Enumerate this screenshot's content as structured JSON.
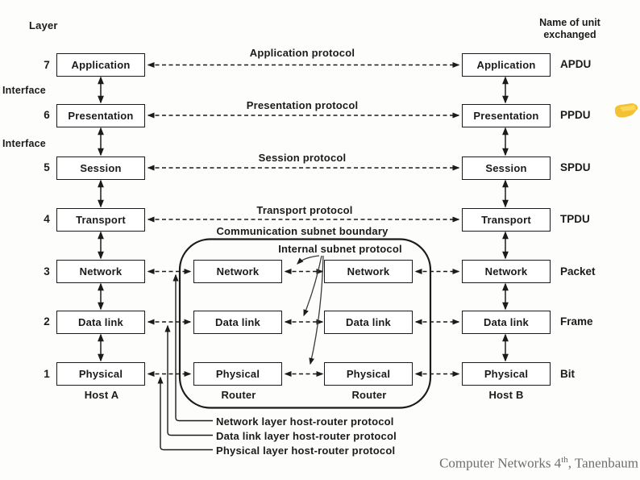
{
  "header": {
    "layer_label": "Layer",
    "unit_header": "Name of unit\nexchanged"
  },
  "interface_label": "Interface",
  "layers": [
    {
      "num": "7",
      "name": "Application",
      "protocol": "Application protocol",
      "unit": "APDU"
    },
    {
      "num": "6",
      "name": "Presentation",
      "protocol": "Presentation protocol",
      "unit": "PPDU"
    },
    {
      "num": "5",
      "name": "Session",
      "protocol": "Session protocol",
      "unit": "SPDU"
    },
    {
      "num": "4",
      "name": "Transport",
      "protocol": "Transport protocol",
      "unit": "TPDU"
    },
    {
      "num": "3",
      "name": "Network",
      "protocol": "",
      "unit": "Packet"
    },
    {
      "num": "2",
      "name": "Data link",
      "protocol": "",
      "unit": "Frame"
    },
    {
      "num": "1",
      "name": "Physical",
      "protocol": "",
      "unit": "Bit"
    }
  ],
  "subnet": {
    "boundary_label": "Communication subnet boundary",
    "internal_label": "Internal subnet protocol",
    "router_label": "Router",
    "router_layers": [
      "Network",
      "Data link",
      "Physical"
    ]
  },
  "hosts": {
    "left": "Host A",
    "right": "Host B"
  },
  "bottom_labels": [
    "Network layer host-router protocol",
    "Data link layer host-router protocol",
    "Physical layer host-router protocol"
  ],
  "citation": {
    "prefix": "Computer Networks 4",
    "sup": "th",
    "suffix": ", Tanenbaum"
  },
  "colors": {
    "ink": "#1b1b1b",
    "highlight": "#f2c232",
    "citation_gray": "#6e6e6e"
  }
}
